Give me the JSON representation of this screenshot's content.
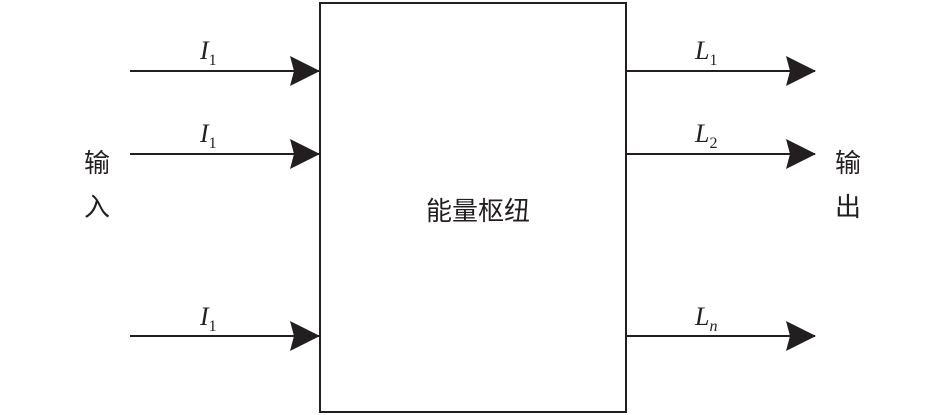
{
  "diagram": {
    "center_label": "能量枢纽",
    "left_side_label": [
      "输",
      "入"
    ],
    "right_side_label": [
      "输",
      "出"
    ],
    "inputs": [
      {
        "var": "I",
        "sub": "1"
      },
      {
        "var": "I",
        "sub": "1"
      },
      {
        "var": "I",
        "sub": "1"
      }
    ],
    "outputs": [
      {
        "var": "L",
        "sub": "1"
      },
      {
        "var": "L",
        "sub": "2"
      },
      {
        "var": "L",
        "sub": "n"
      }
    ]
  }
}
